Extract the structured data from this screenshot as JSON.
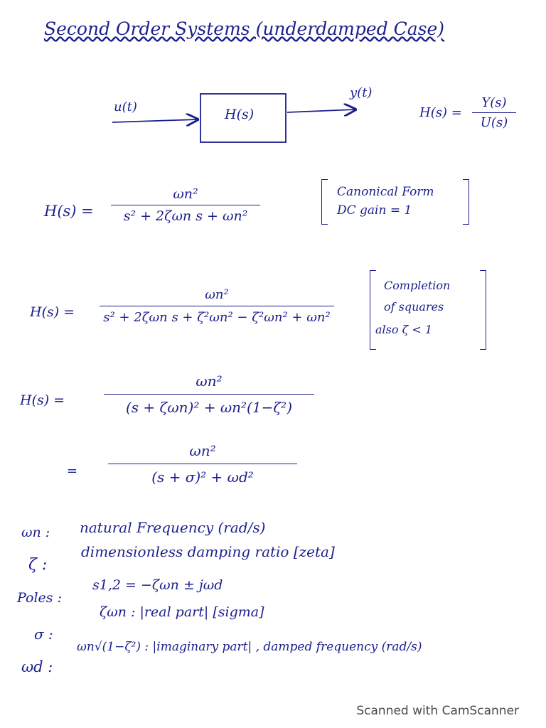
{
  "title": "Second Order Systems (underdamped Case)",
  "block_diagram": {
    "input": "u(t)",
    "block": "H(s)",
    "output": "y(t)",
    "tf_lhs": "H(s) =",
    "tf_num": "Y(s)",
    "tf_den": "U(s)"
  },
  "eq1": {
    "lhs": "H(s) =",
    "num": "ωn²",
    "den": "s² + 2ζωn s + ωn²",
    "note_line1": "Canonical Form",
    "note_line2": "DC gain = 1"
  },
  "eq2": {
    "lhs": "H(s) =",
    "num": "ωn²",
    "den": "s² + 2ζωn s + ζ²ωn² − ζ²ωn² + ωn²",
    "note_line1": "Completion",
    "note_line2": "of squares",
    "note_line3": "also  ζ < 1"
  },
  "eq3": {
    "lhs": "H(s) =",
    "num": "ωn²",
    "den": "(s + ζωn)²  +  ωn²(1−ζ²)"
  },
  "eq4": {
    "lhs": "=",
    "num": "ωn²",
    "den": "(s + σ)²  + ωd²"
  },
  "definitions": [
    {
      "sym": "ωn :",
      "text": "natural Frequency (rad/s)"
    },
    {
      "sym": "ζ :",
      "text": "dimensionless damping ratio  [zeta]"
    },
    {
      "sym": "Poles :",
      "text": "s1,2 = −ζωn ± jωd"
    },
    {
      "sym": "σ :",
      "text": "ζωn :  |real part|    [sigma]"
    },
    {
      "sym": "ωd :",
      "text": "ωn√(1−ζ²) :  |imaginary part| , damped frequency (rad/s)"
    }
  ],
  "footer": "Scanned with CamScanner"
}
